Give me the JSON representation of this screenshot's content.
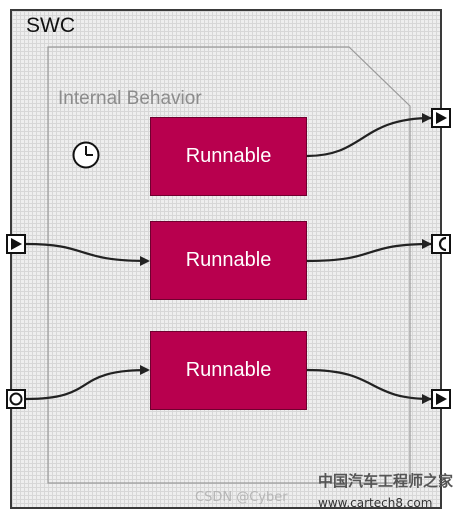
{
  "swc": {
    "title": "SWC"
  },
  "internal_behavior": {
    "label": "Internal Behavior"
  },
  "runnables": [
    {
      "label": "Runnable"
    },
    {
      "label": "Runnable"
    },
    {
      "label": "Runnable"
    }
  ],
  "ports": {
    "left": [
      {
        "kind": "provide-arrow-port"
      },
      {
        "kind": "circle-port"
      }
    ],
    "right": [
      {
        "kind": "provide-arrow-port"
      },
      {
        "kind": "half-circle-port"
      },
      {
        "kind": "provide-arrow-port"
      }
    ]
  },
  "icons": {
    "timer": "clock-icon"
  },
  "colors": {
    "runnable_fill": "#b8004e",
    "border": "#3a3a3a",
    "label_gray": "#8c8c8c"
  },
  "watermark": {
    "csdn": "CSDN @Cyber",
    "chinese": "中国汽车工程师之家",
    "url": "www.cartech8.com"
  }
}
